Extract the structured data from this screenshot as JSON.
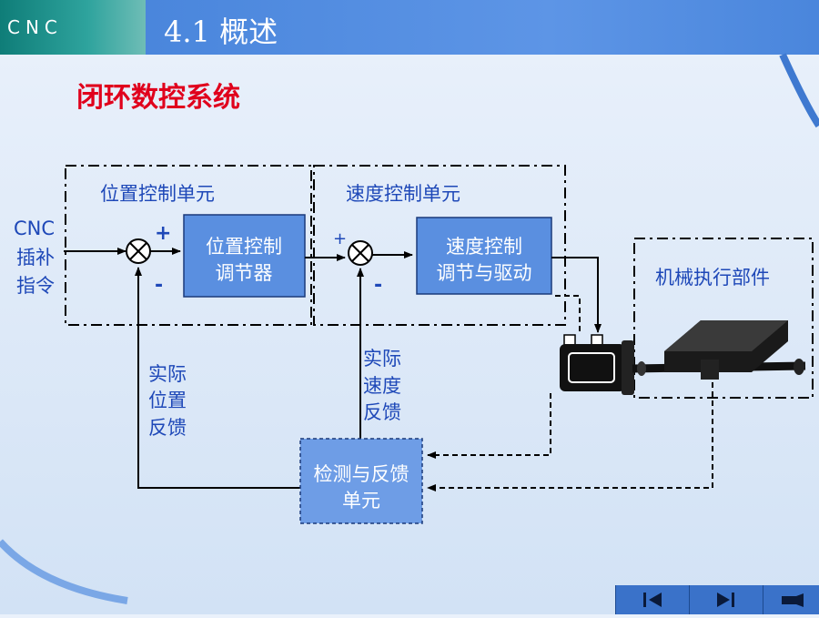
{
  "header": {
    "logo": "CNC",
    "title": "4.1 概述"
  },
  "subtitle": "闭环数控系统",
  "diagram": {
    "position_unit_label": "位置控制单元",
    "speed_unit_label": "速度控制单元",
    "input_label_1": "CNC",
    "input_label_2": "插补",
    "input_label_3": "指令",
    "plus1": "+",
    "minus1": "-",
    "plus2": "+",
    "minus2": "-",
    "pos_block_line1": "位置控制",
    "pos_block_line2": "调节器",
    "speed_block_line1": "速度控制",
    "speed_block_line2": "调节与驱动",
    "mech_label": "机械执行部件",
    "pos_fb_1": "实际",
    "pos_fb_2": "位置",
    "pos_fb_3": "反馈",
    "speed_fb_1": "实际",
    "speed_fb_2": "速度",
    "speed_fb_3": "反馈",
    "detect_line1": "检测与反馈",
    "detect_line2": "单元"
  },
  "colors": {
    "block_fill": "#5a8fe0",
    "text_blue": "#1e48b8",
    "subtitle_red": "#e0001c"
  },
  "nav": {
    "first": "first-page-icon",
    "next": "next-page-icon",
    "return": "return-icon"
  }
}
